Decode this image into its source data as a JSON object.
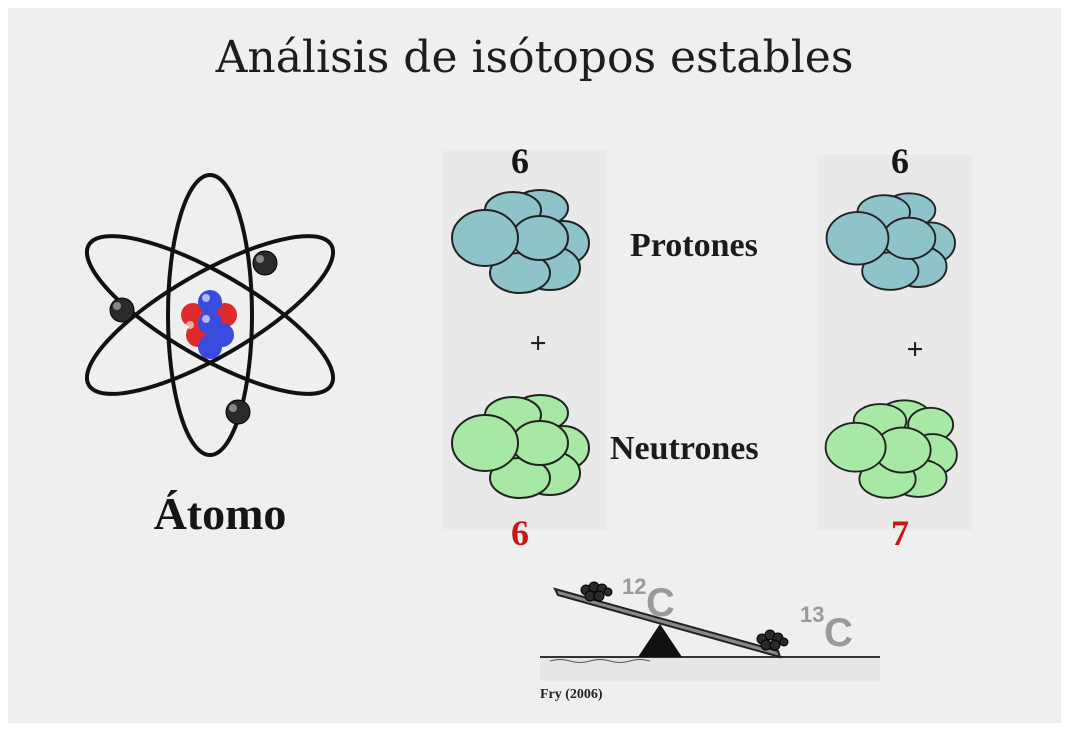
{
  "title": "Análisis de isótopos estables",
  "atom": {
    "label": "Átomo"
  },
  "row_labels": {
    "protons": "Protones",
    "neutrons": "Neutrones"
  },
  "isotope_left": {
    "protons": "6",
    "operator": "+",
    "neutrons": "6"
  },
  "isotope_right": {
    "protons": "6",
    "operator": "+",
    "neutrons": "7"
  },
  "balance": {
    "left_isotope": {
      "mass": "12",
      "element": "C"
    },
    "right_isotope": {
      "mass": "13",
      "element": "C"
    }
  },
  "citation": "Fry (2006)",
  "colors": {
    "proton": "#8ec3c9",
    "neutron": "#a6e8a4",
    "highlight_number": "#c81515",
    "nucleus_proton": "#e02a2a",
    "nucleus_neutron": "#3a4be0"
  }
}
